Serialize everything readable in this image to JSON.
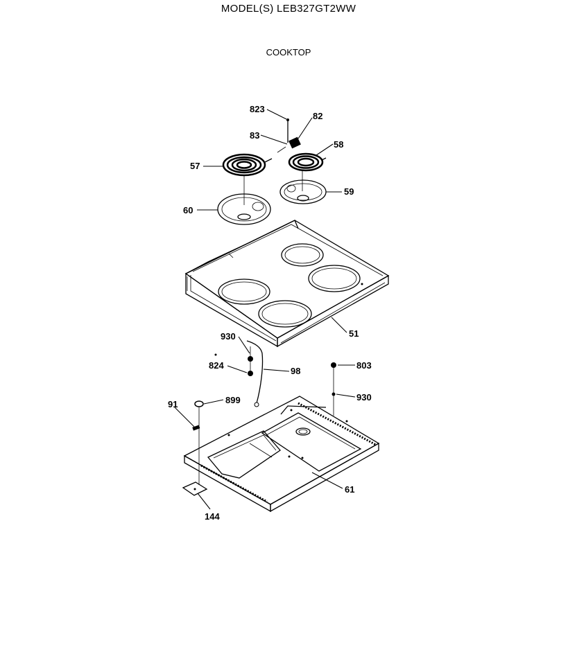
{
  "header": {
    "model": "MODEL(S) LEB327GT2WW",
    "section": "COOKTOP"
  },
  "callouts": [
    {
      "id": "823",
      "text": "823"
    },
    {
      "id": "82",
      "text": "82"
    },
    {
      "id": "83",
      "text": "83"
    },
    {
      "id": "58",
      "text": "58"
    },
    {
      "id": "57",
      "text": "57"
    },
    {
      "id": "59",
      "text": "59"
    },
    {
      "id": "60",
      "text": "60"
    },
    {
      "id": "51",
      "text": "51"
    },
    {
      "id": "930a",
      "text": "930"
    },
    {
      "id": "824",
      "text": "824"
    },
    {
      "id": "98",
      "text": "98"
    },
    {
      "id": "803",
      "text": "803"
    },
    {
      "id": "930b",
      "text": "930"
    },
    {
      "id": "91",
      "text": "91"
    },
    {
      "id": "899",
      "text": "899"
    },
    {
      "id": "61",
      "text": "61"
    },
    {
      "id": "144",
      "text": "144"
    }
  ]
}
